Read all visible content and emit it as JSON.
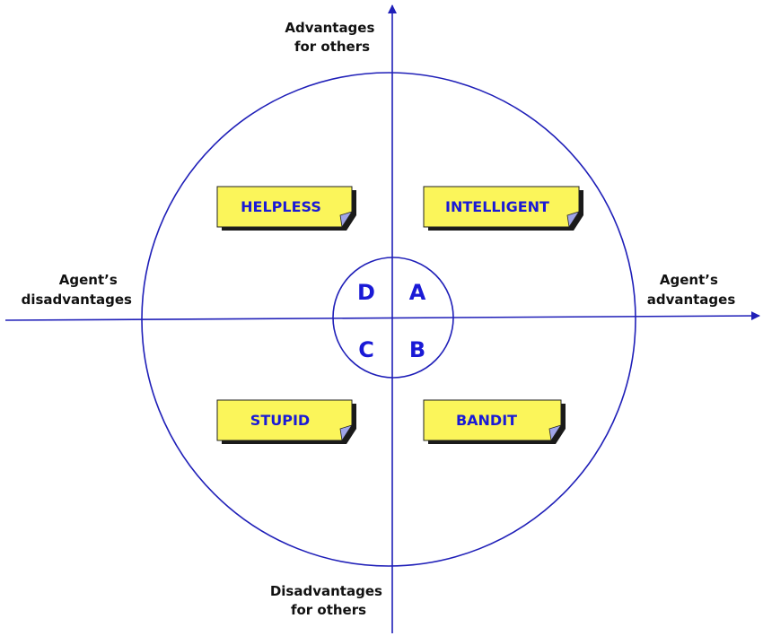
{
  "colors": {
    "line": "#1f1fb8",
    "letters": "#1a1ad6",
    "note_fill": "#fbf55a",
    "note_shadow": "#1a1a1a",
    "note_fold": "#9fa4e8"
  },
  "axes": {
    "top": [
      "Advantages",
      "for others"
    ],
    "bottom": [
      "Disadvantages",
      "for others"
    ],
    "left": [
      "Agent’s",
      "disadvantages"
    ],
    "right": [
      "Agent’s",
      "advantages"
    ]
  },
  "quadrants": {
    "a": "A",
    "b": "B",
    "c": "C",
    "d": "D"
  },
  "notes": {
    "helpless": "HELPLESS",
    "intelligent": "INTELLIGENT",
    "stupid": "STUPID",
    "bandit": "BANDIT"
  }
}
